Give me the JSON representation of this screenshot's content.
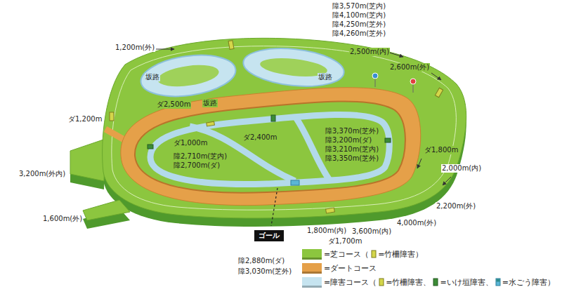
{
  "diagram": {
    "nodes": [
      {
        "text": [
          "ゴール"
        ]
      }
    ],
    "labels": [
      "1,200m(外)",
      "障3,570m(芝内)",
      "障4,100m(芝内)",
      "障4,250m(芝外)",
      "障4,260m(芝外)",
      "2,500m(内)",
      "2,600m(外)",
      "坂路",
      "坂路",
      "ダ2,500m",
      "坂路",
      "ダ1,200m",
      "障3,370m(芝外)",
      "ダ2,400m",
      "障3,200m(ダ)",
      "ダ1,000m",
      "障3,210m(芝内)",
      "ダ1,800m",
      "障2,710m(芝内)",
      "障3,350m(芝外)",
      "障2,700m(ダ)",
      "2,000m(内)",
      "3,200m(外内)",
      "2,200m(外)",
      "4,000m(外)",
      "1,600m(外)",
      "3,600m(内)",
      "1,800m(内)",
      "ダ1,700m",
      "障2,880m(ダ)",
      "障3,030m(芝外)"
    ],
    "legend": [
      {
        "text": "=芝コース（",
        "color": "#8cc63f"
      },
      {
        "text": "=竹柵障害）"
      },
      {
        "text": "=ダートコース",
        "color": "#e5a049"
      },
      {
        "text": "=障害コース（",
        "color": "#c6e4f0"
      },
      {
        "text": "=竹柵障害、"
      },
      {
        "text": "=いけ垣障害、"
      },
      {
        "text": "=水ごう障害）"
      }
    ]
  }
}
